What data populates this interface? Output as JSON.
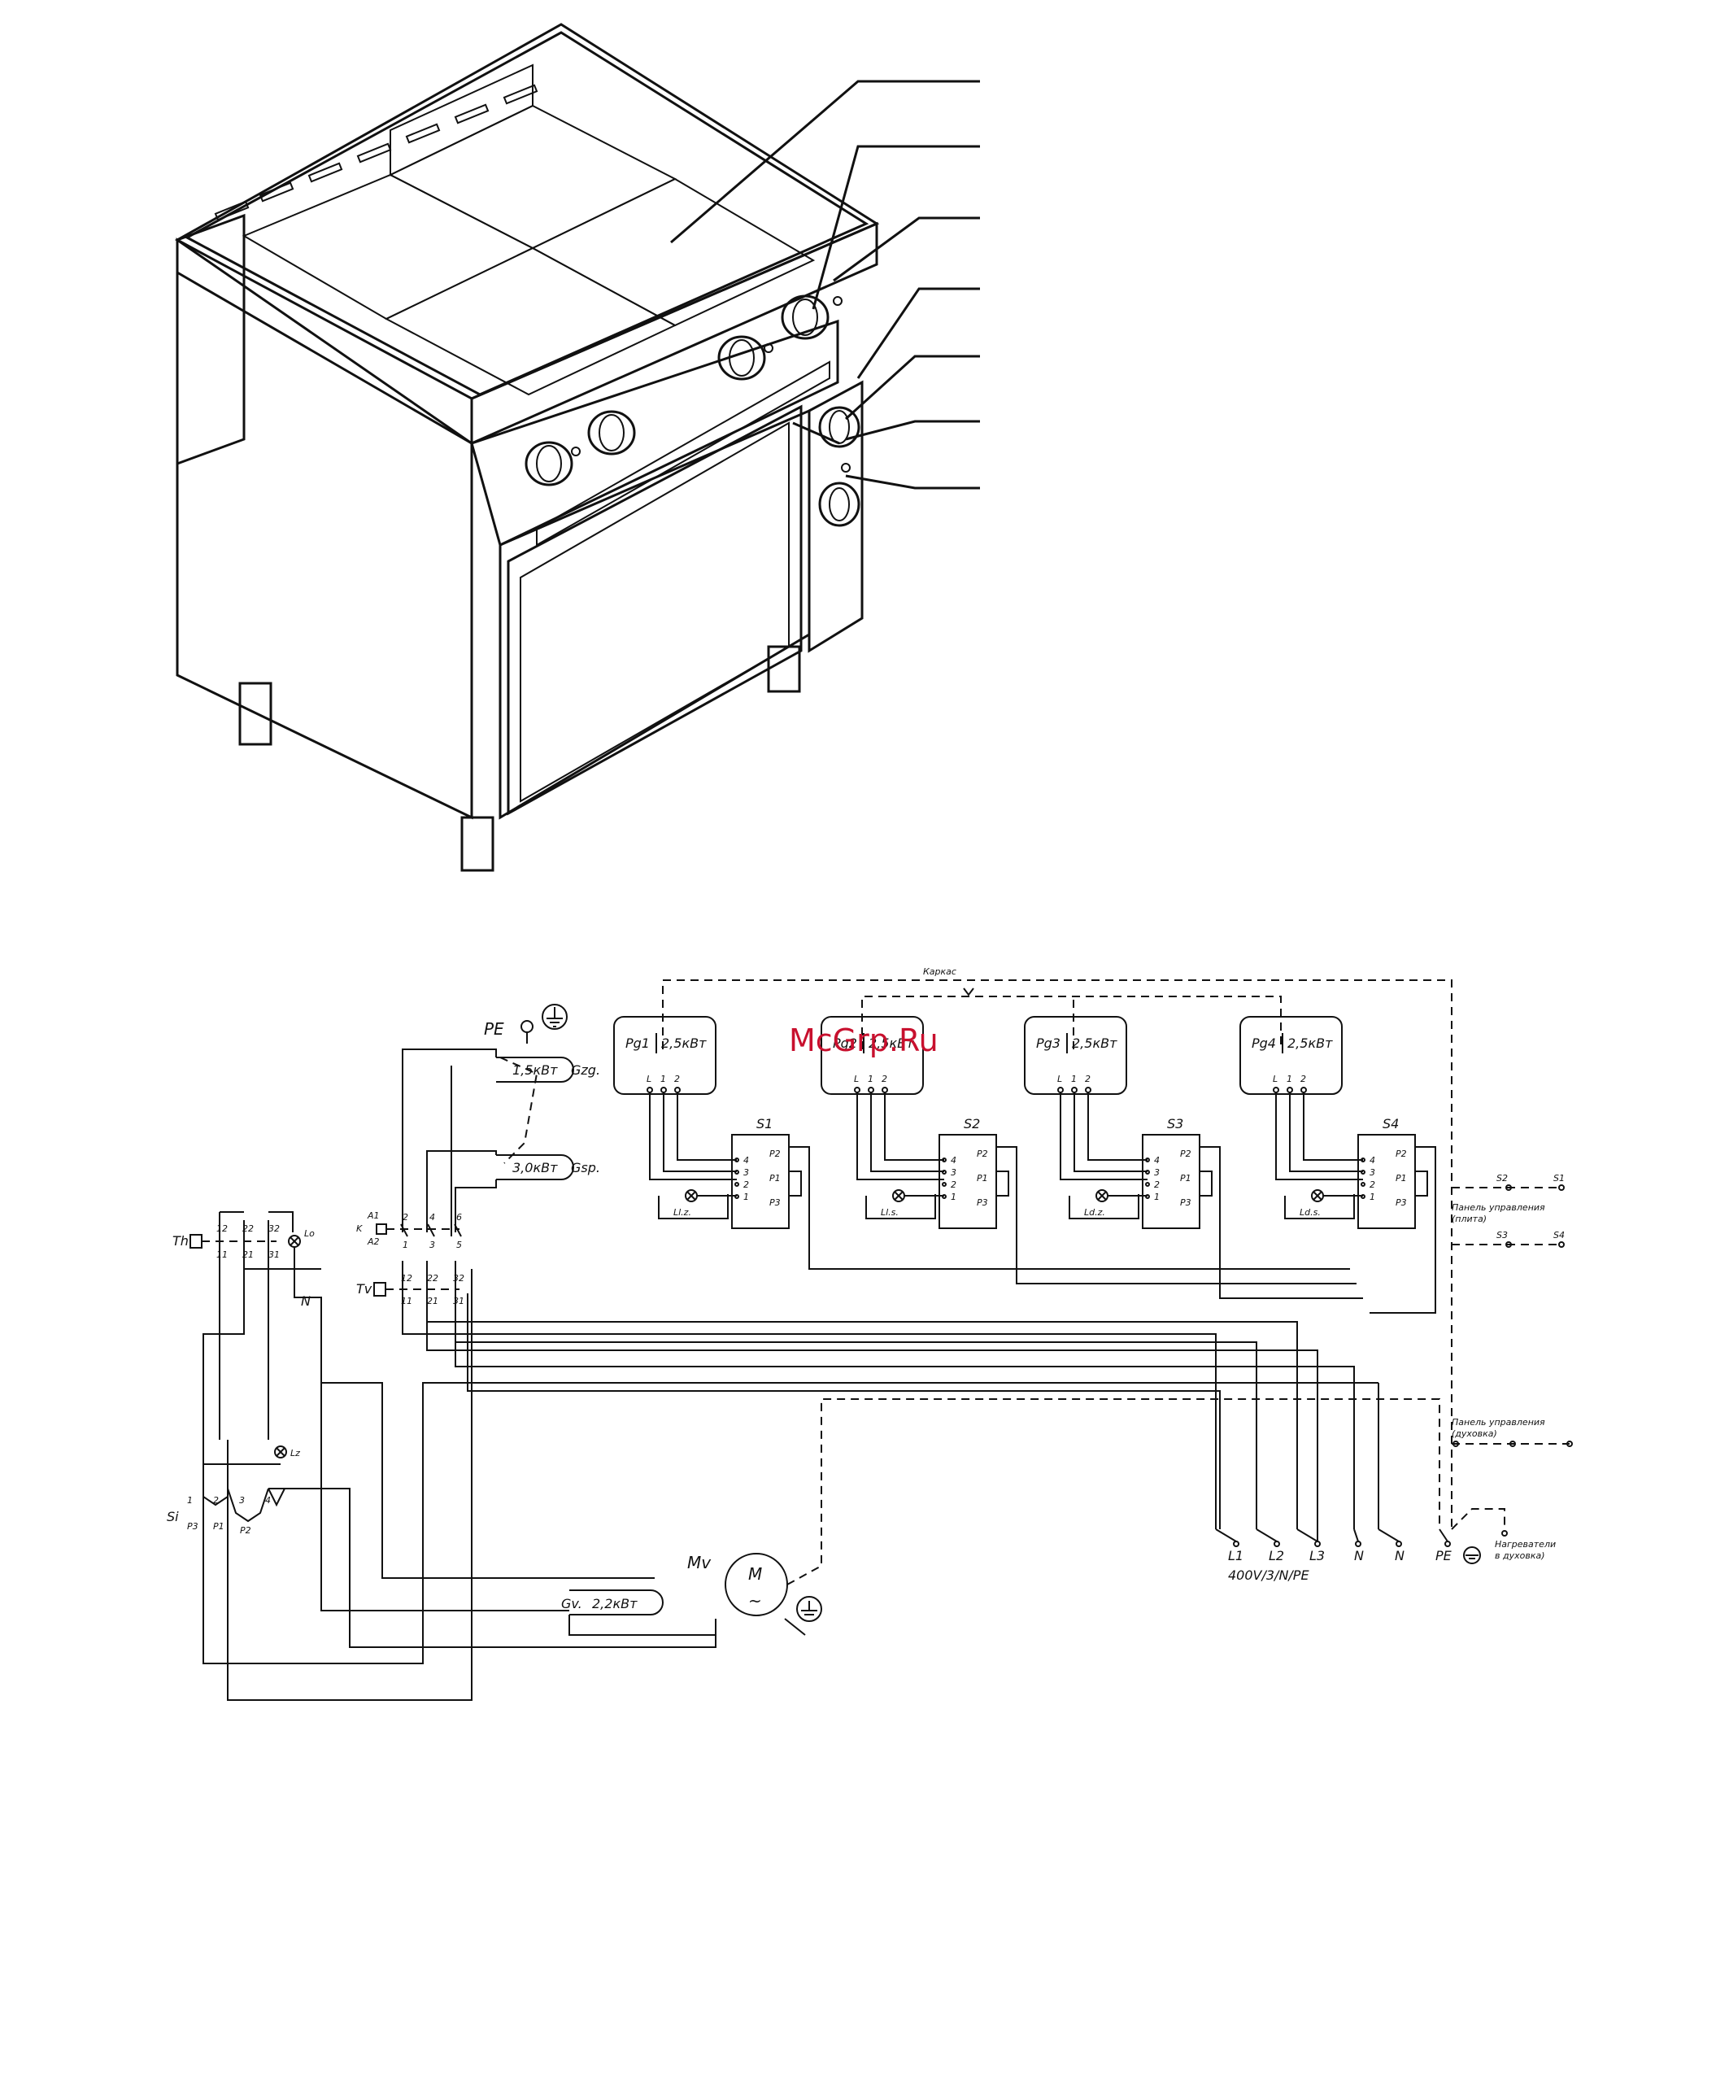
{
  "watermark": "McGrp.Ru",
  "labels": {
    "pe_top": "PE",
    "karkas": "Каркас",
    "g_zg_power": "1,5кВт",
    "g_zg": "Gzg.",
    "g_sp_power": "3,0кВт",
    "g_sp": "Gsp.",
    "th": "Th",
    "tv": "Tv",
    "k": "K",
    "a1": "A1",
    "a2": "A2",
    "lo": "Lo",
    "n_mid": "N",
    "lz": "Lz",
    "si": "Si",
    "p1": "P1",
    "p2": "P2",
    "p3": "P3",
    "gv": "Gv.",
    "gv_power": "2,2кВт",
    "mv": "Mv",
    "m": "M",
    "motor_tilde": "~",
    "panel_plita_1": "Панель управления",
    "panel_plita_2": "(плита)",
    "panel_duhovka_1": "Панель управления",
    "panel_duhovka_2": "(духовка)",
    "heaters_1": "Нагреватели",
    "heaters_2": "в духовка)",
    "l1": "L1",
    "l2": "L2",
    "l3": "L3",
    "n1": "N",
    "n2": "N",
    "pe_bottom": "PE",
    "supply": "400V/3/N/PE",
    "s1": "S1",
    "s2": "S2",
    "s3": "S3",
    "s4": "S4",
    "plates": [
      {
        "id": "Pg1",
        "power": "2,5кВт",
        "sw": "S1",
        "lamp": "Ll.z."
      },
      {
        "id": "Pg2",
        "power": "2,5кВт",
        "sw": "S2",
        "lamp": "Ll.s."
      },
      {
        "id": "Pg3",
        "power": "2,5кВт",
        "sw": "S3",
        "lamp": "Ld.z."
      },
      {
        "id": "Pg4",
        "power": "2,5кВт",
        "sw": "S4",
        "lamp": "Ld.s."
      }
    ],
    "plate_terms": [
      "L",
      "1",
      "2"
    ],
    "sw_terms": [
      "4",
      "3",
      "2",
      "1"
    ],
    "sw_p": [
      "P2",
      "P1",
      "P3"
    ],
    "contacts_top": [
      "2",
      "4",
      "6"
    ],
    "contacts_top_lo": [
      "1",
      "3",
      "5"
    ],
    "th_contacts": [
      "12",
      "22",
      "32"
    ],
    "th_contacts_lo": [
      "11",
      "21",
      "31"
    ],
    "tv_contacts": [
      "12",
      "22",
      "32"
    ],
    "tv_contacts_lo": [
      "11",
      "21",
      "31"
    ],
    "si_terms": [
      "1",
      "2",
      "3",
      "4"
    ]
  }
}
